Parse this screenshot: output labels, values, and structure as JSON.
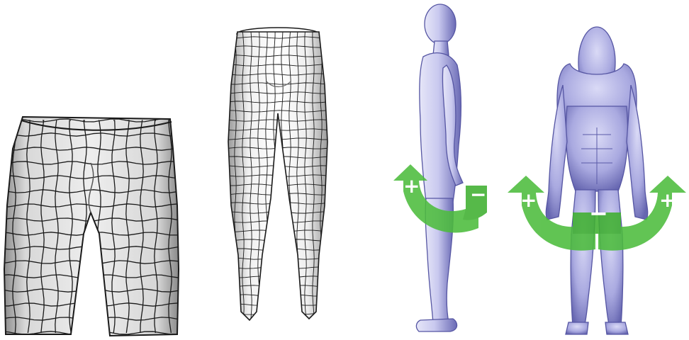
{
  "panels": [
    {
      "id": "shorts-mesh",
      "label": ""
    },
    {
      "id": "pants-mesh",
      "label": ""
    },
    {
      "id": "side-view-figure",
      "label": ""
    },
    {
      "id": "front-bent-figure",
      "label": ""
    }
  ],
  "annotations": {
    "side_plus": "+",
    "side_minus": "−",
    "front_left_plus": "+",
    "front_center_minus": "−",
    "front_right_plus": "+"
  },
  "colors": {
    "mesh_fill_light": "#f2f2f2",
    "mesh_fill_shade": "#b9b9b9",
    "mesh_line": "#1a1a1a",
    "body_fill": "#c8c8ee",
    "body_shade": "#6f6fb8",
    "arrow_green": "#4cbc3c",
    "arrow_green_dark": "#3aa52c"
  }
}
